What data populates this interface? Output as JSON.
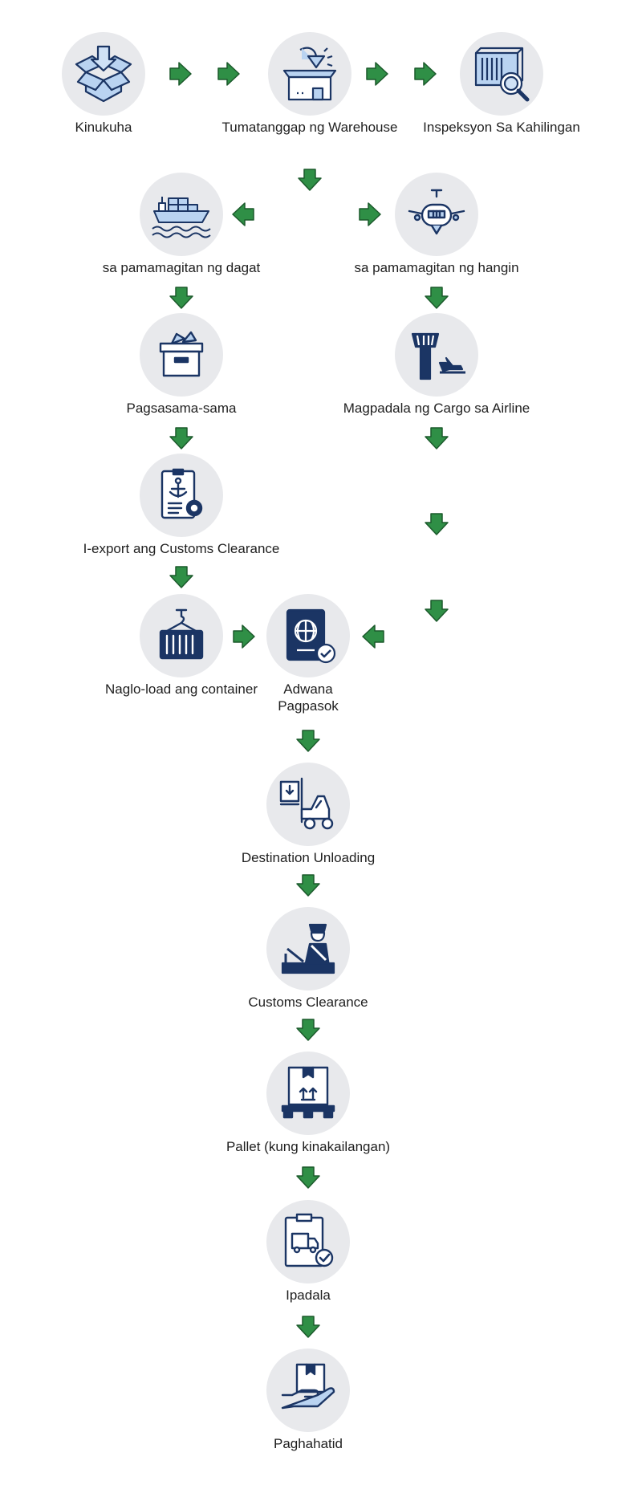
{
  "colors": {
    "arrow": "#2f8f46",
    "arrow_stroke": "#1c5a2c",
    "navy": "#1b3564",
    "light_blue": "#b9d3f1",
    "circle": "#e8e9ec"
  },
  "nodes": [
    {
      "id": "kinukuha",
      "label": "Kinukuha",
      "icon": "open-box-icon"
    },
    {
      "id": "warehouse",
      "label": "Tumatanggap ng Warehouse",
      "icon": "warehouse-receive-icon"
    },
    {
      "id": "inspeksyon",
      "label": "Inspeksyon Sa Kahilingan",
      "icon": "container-inspection-icon"
    },
    {
      "id": "dagat",
      "label": "sa pamamagitan ng dagat",
      "icon": "cargo-ship-icon"
    },
    {
      "id": "hangin",
      "label": "sa pamamagitan ng hangin",
      "icon": "airplane-icon"
    },
    {
      "id": "pagsasama",
      "label": "Pagsasama-sama",
      "icon": "crate-icon"
    },
    {
      "id": "airline",
      "label": "Magpadala ng Cargo sa Airline",
      "icon": "control-tower-icon"
    },
    {
      "id": "export",
      "label": "I-export ang Customs Clearance",
      "icon": "export-document-icon"
    },
    {
      "id": "naglo",
      "label": "Naglo-load ang container",
      "icon": "hoisted-container-icon"
    },
    {
      "id": "adwana",
      "label": "Adwana Pagpasok",
      "icon": "passport-icon"
    },
    {
      "id": "unloading",
      "label": "Destination Unloading",
      "icon": "forklift-icon"
    },
    {
      "id": "customs",
      "label": "Customs Clearance",
      "icon": "customs-officer-icon"
    },
    {
      "id": "pallet",
      "label": "Pallet (kung kinakailangan)",
      "icon": "pallet-box-icon"
    },
    {
      "id": "ipadala",
      "label": "Ipadala",
      "icon": "truck-clipboard-icon"
    },
    {
      "id": "paghahatid",
      "label": "Paghahatid",
      "icon": "hand-package-icon"
    }
  ],
  "edges": [
    {
      "from": "kinukuha",
      "to": "warehouse"
    },
    {
      "from": "warehouse",
      "to": "inspeksyon"
    },
    {
      "from": "warehouse",
      "to": "dagat"
    },
    {
      "from": "warehouse",
      "to": "hangin"
    },
    {
      "from": "dagat",
      "to": "pagsasama"
    },
    {
      "from": "pagsasama",
      "to": "export"
    },
    {
      "from": "export",
      "to": "naglo"
    },
    {
      "from": "naglo",
      "to": "adwana"
    },
    {
      "from": "hangin",
      "to": "airline"
    },
    {
      "from": "airline",
      "to": "adwana"
    },
    {
      "from": "adwana",
      "to": "unloading"
    },
    {
      "from": "unloading",
      "to": "customs"
    },
    {
      "from": "customs",
      "to": "pallet"
    },
    {
      "from": "pallet",
      "to": "ipadala"
    },
    {
      "from": "ipadala",
      "to": "paghahatid"
    }
  ]
}
